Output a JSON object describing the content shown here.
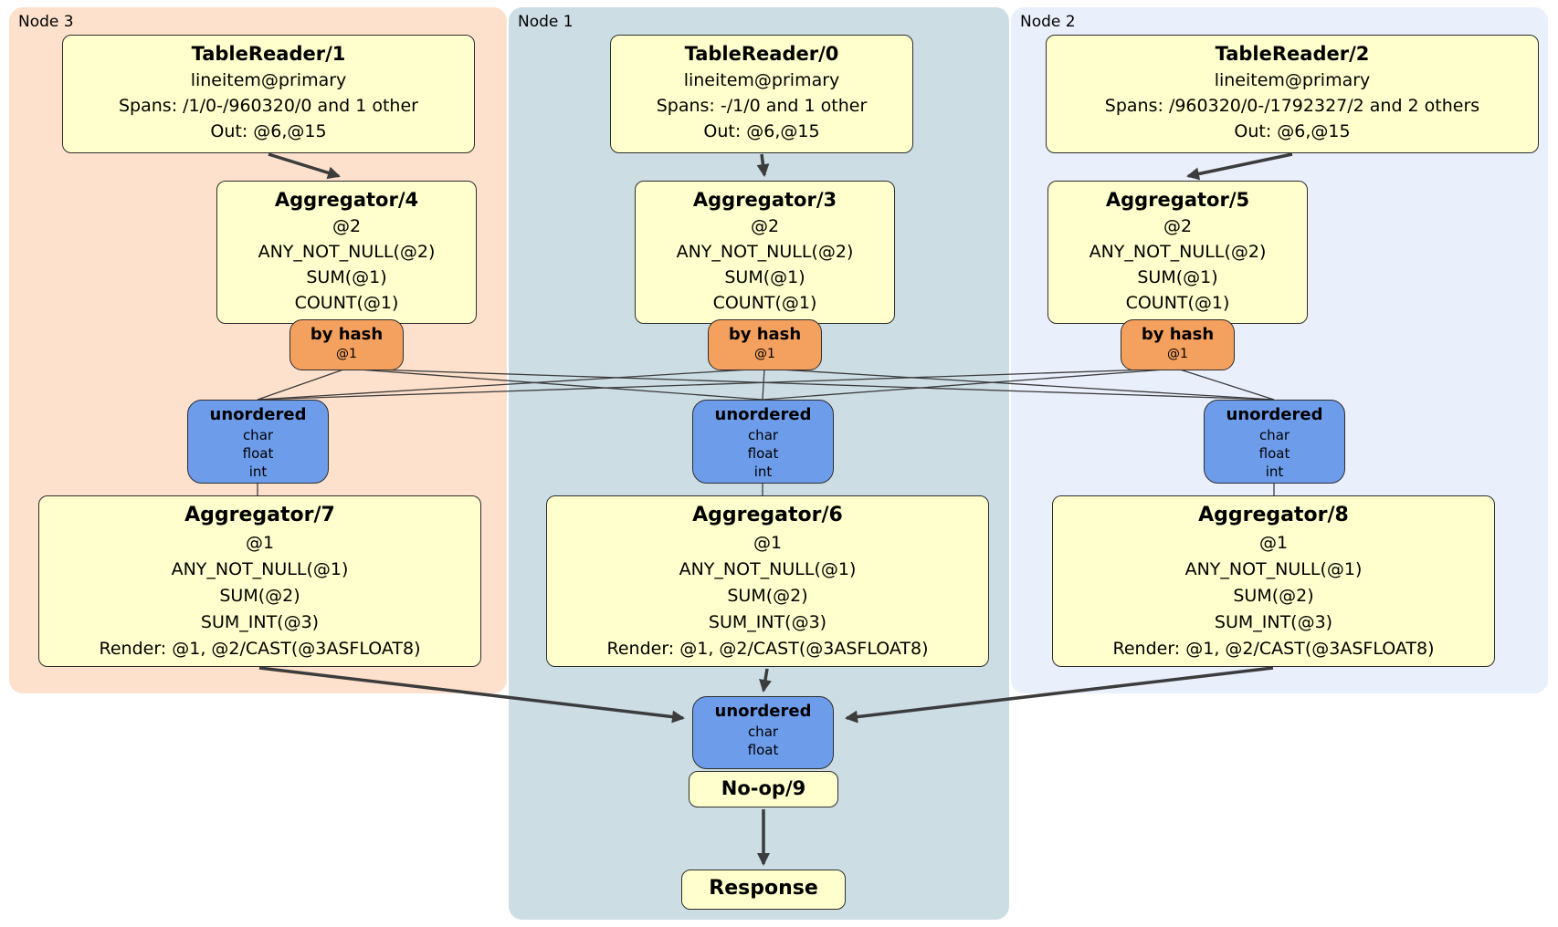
{
  "colors": {
    "plan_box": "#ffffcd",
    "router_box": "#f4a05e",
    "sync_box": "#6d9ceb",
    "region_node3": "#fde1cd",
    "region_node1": "#cddde4",
    "region_node2": "#e9effb",
    "edge": "#3c3c3c"
  },
  "regions": [
    {
      "label": "Node 3"
    },
    {
      "label": "Node 1"
    },
    {
      "label": "Node 2"
    }
  ],
  "table_readers": [
    {
      "title": "TableReader/1",
      "lines": [
        "lineitem@primary",
        "Spans: /1/0-/960320/0 and 1 other",
        "Out: @6,@15"
      ]
    },
    {
      "title": "TableReader/0",
      "lines": [
        "lineitem@primary",
        "Spans: -/1/0 and 1 other",
        "Out: @6,@15"
      ]
    },
    {
      "title": "TableReader/2",
      "lines": [
        "lineitem@primary",
        "Spans: /960320/0-/1792327/2 and 2 others",
        "Out: @6,@15"
      ]
    }
  ],
  "aggregators_stage1": [
    {
      "title": "Aggregator/4",
      "lines": [
        "@2",
        "ANY_NOT_NULL(@2)",
        "SUM(@1)",
        "COUNT(@1)"
      ]
    },
    {
      "title": "Aggregator/3",
      "lines": [
        "@2",
        "ANY_NOT_NULL(@2)",
        "SUM(@1)",
        "COUNT(@1)"
      ]
    },
    {
      "title": "Aggregator/5",
      "lines": [
        "@2",
        "ANY_NOT_NULL(@2)",
        "SUM(@1)",
        "COUNT(@1)"
      ]
    }
  ],
  "routers": [
    {
      "title": "by hash",
      "detail": "@1"
    },
    {
      "title": "by hash",
      "detail": "@1"
    },
    {
      "title": "by hash",
      "detail": "@1"
    }
  ],
  "syncs": [
    {
      "title": "unordered",
      "lines": [
        "char",
        "float",
        "int"
      ]
    },
    {
      "title": "unordered",
      "lines": [
        "char",
        "float",
        "int"
      ]
    },
    {
      "title": "unordered",
      "lines": [
        "char",
        "float",
        "int"
      ]
    }
  ],
  "aggregators_stage2": [
    {
      "title": "Aggregator/7",
      "lines": [
        "@1",
        "ANY_NOT_NULL(@1)",
        "SUM(@2)",
        "SUM_INT(@3)",
        "Render: @1, @2/CAST(@3ASFLOAT8)"
      ]
    },
    {
      "title": "Aggregator/6",
      "lines": [
        "@1",
        "ANY_NOT_NULL(@1)",
        "SUM(@2)",
        "SUM_INT(@3)",
        "Render: @1, @2/CAST(@3ASFLOAT8)"
      ]
    },
    {
      "title": "Aggregator/8",
      "lines": [
        "@1",
        "ANY_NOT_NULL(@1)",
        "SUM(@2)",
        "SUM_INT(@3)",
        "Render: @1, @2/CAST(@3ASFLOAT8)"
      ]
    }
  ],
  "final_sync": {
    "title": "unordered",
    "lines": [
      "char",
      "float"
    ]
  },
  "noop": {
    "title": "No-op/9"
  },
  "response": {
    "title": "Response"
  }
}
